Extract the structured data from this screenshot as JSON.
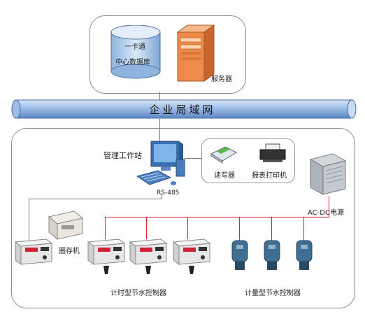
{
  "database": {
    "line1": "一卡通",
    "line2": "中心数据库"
  },
  "server_label": "服务器",
  "lan_label": "企业局域网",
  "workstation_label": "管理工作站",
  "rs485_label": "RS-485",
  "card_reader_label": "读写器",
  "report_printer_label": "报表打印机",
  "power_supply_label": "AC-DC电源",
  "circulator_label": "圈存机",
  "timed_controller_group_label": "计时型节水控制器",
  "metered_controller_group_label": "计量型节水控制器"
}
